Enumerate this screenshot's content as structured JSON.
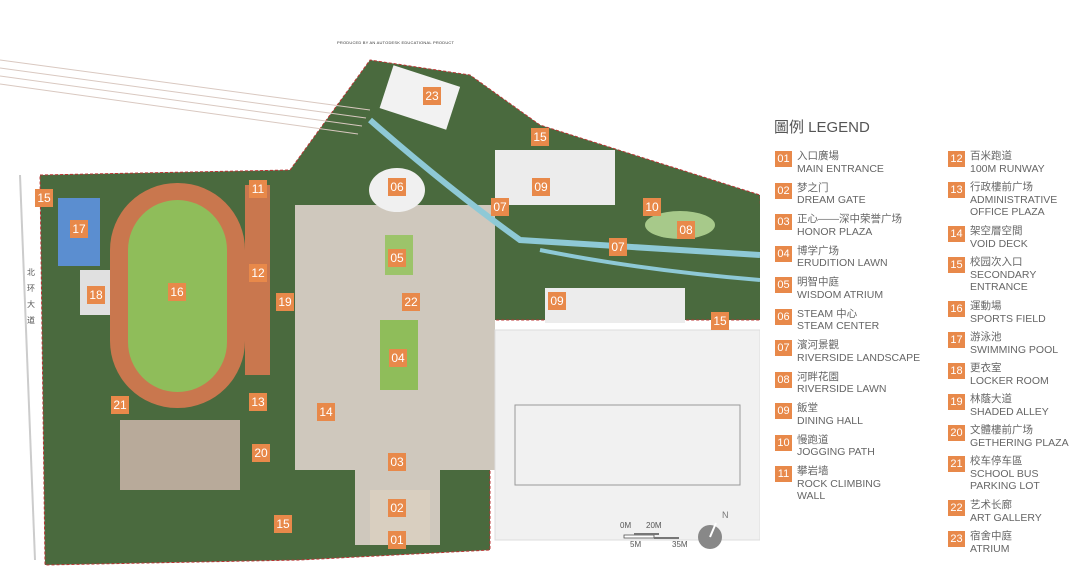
{
  "watermark": "PRODUCED BY AN AUTODESK EDUCATIONAL PRODUCT",
  "road_label": "北环大道",
  "north_label": "N",
  "scale_bar": {
    "top_labels": [
      "0M",
      "20M"
    ],
    "bottom_labels": [
      "5M",
      "35M"
    ]
  },
  "colors": {
    "marker": "#e8894a",
    "lawn": "#8fbd5a",
    "track": "#c9774e",
    "tree": "#3d5a35",
    "paving": "#cfc8bd",
    "water": "#8ec9d6"
  },
  "legend": {
    "title": "圖例 LEGEND",
    "items": [
      {
        "no": "01",
        "zh": "入口廣場",
        "en": "MAIN ENTRANCE"
      },
      {
        "no": "02",
        "zh": "梦之门",
        "en": "DREAM GATE"
      },
      {
        "no": "03",
        "zh": "正心——深中荣誉广场",
        "en": "HONOR PLAZA"
      },
      {
        "no": "04",
        "zh": "博学广场",
        "en": "ERUDITION LAWN"
      },
      {
        "no": "05",
        "zh": "明智中庭",
        "en": "WISDOM ATRIUM"
      },
      {
        "no": "06",
        "zh": "STEAM 中心",
        "en": "STEAM CENTER"
      },
      {
        "no": "07",
        "zh": "濱河景觀",
        "en": "RIVERSIDE LANDSCAPE"
      },
      {
        "no": "08",
        "zh": "河畔花園",
        "en": "RIVERSIDE LAWN"
      },
      {
        "no": "09",
        "zh": "飯堂",
        "en": "DINING HALL"
      },
      {
        "no": "10",
        "zh": "慢跑道",
        "en": "JOGGING PATH"
      },
      {
        "no": "11",
        "zh": "攀岩墙",
        "en": "ROCK CLIMBING\nWALL"
      },
      {
        "no": "12",
        "zh": "百米跑道",
        "en": "100M RUNWAY"
      },
      {
        "no": "13",
        "zh": "行政樓前广场",
        "en": "ADMINISTRATIVE\nOFFICE PLAZA"
      },
      {
        "no": "14",
        "zh": "架空層空間",
        "en": "VOID DECK"
      },
      {
        "no": "15",
        "zh": "校园次入口",
        "en": "SECONDARY\nENTRANCE"
      },
      {
        "no": "16",
        "zh": "運動場",
        "en": "SPORTS FIELD"
      },
      {
        "no": "17",
        "zh": "游泳池",
        "en": "SWIMMING POOL"
      },
      {
        "no": "18",
        "zh": "更衣室",
        "en": "LOCKER ROOM"
      },
      {
        "no": "19",
        "zh": "林蔭大道",
        "en": "SHADED ALLEY"
      },
      {
        "no": "20",
        "zh": "文體樓前广场",
        "en": "GETHERING PLAZA"
      },
      {
        "no": "21",
        "zh": "校车停车區",
        "en": "SCHOOL BUS\nPARKING LOT"
      },
      {
        "no": "22",
        "zh": "艺术长廊",
        "en": "ART GALLERY"
      },
      {
        "no": "23",
        "zh": "宿舍中庭",
        "en": "ATRIUM"
      }
    ]
  },
  "markers": [
    "23",
    "15",
    "06",
    "09",
    "07",
    "10",
    "08",
    "11",
    "15",
    "17",
    "12",
    "16",
    "18",
    "05",
    "22",
    "19",
    "09",
    "07",
    "15",
    "04",
    "13",
    "21",
    "14",
    "20",
    "03",
    "02",
    "15",
    "01"
  ]
}
